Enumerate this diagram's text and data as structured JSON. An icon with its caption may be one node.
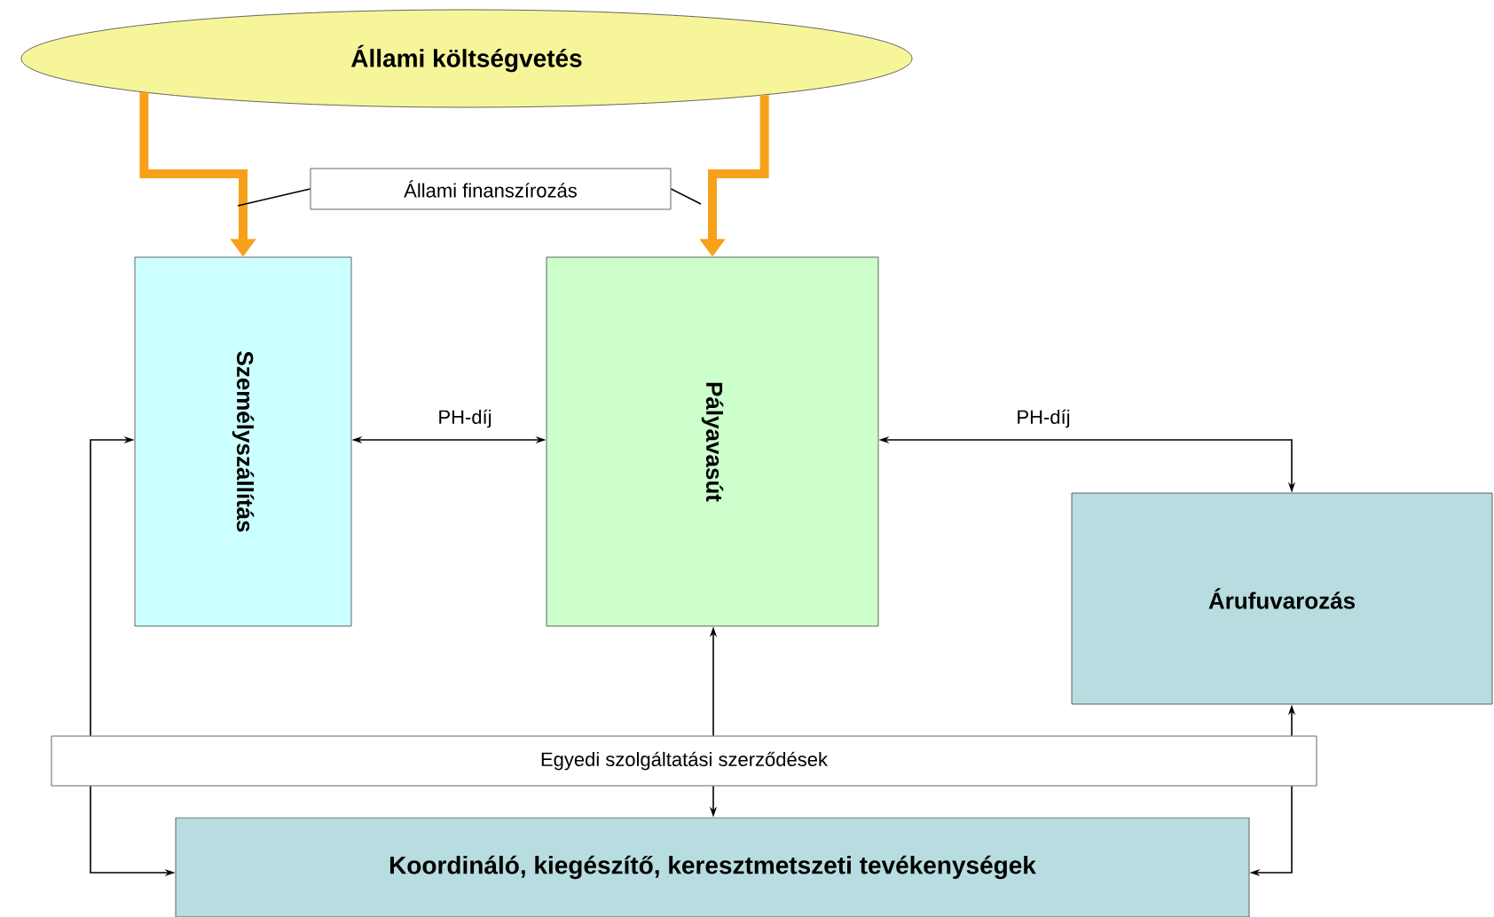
{
  "diagram": {
    "nodes": [
      {
        "text": [
          "Állami költségvetés"
        ]
      },
      {
        "text": [
          "Állami finanszírozás"
        ]
      },
      {
        "text": [
          "Személyszállítás"
        ]
      },
      {
        "text": [
          "Pályavasút"
        ]
      },
      {
        "text": [
          "Árufuvarozás"
        ]
      },
      {
        "text": [
          "Egyedi szolgáltatási szerződések"
        ]
      },
      {
        "text": [
          "Koordináló, kiegészítő, keresztmetszeti tevékenységek"
        ]
      }
    ],
    "edges": [
      {
        "from": 0,
        "to": 2,
        "arrow": "to",
        "style": "thick",
        "color": "#f7a11a"
      },
      {
        "from": 0,
        "to": 3,
        "arrow": "to",
        "style": "thick",
        "color": "#f7a11a"
      },
      {
        "from": 2,
        "to": 3,
        "arrow": "both",
        "label": "PH-díj"
      },
      {
        "from": 3,
        "to": 4,
        "arrow": "both",
        "label": "PH-díj"
      },
      {
        "from": 5,
        "to": 2,
        "arrow": "to"
      },
      {
        "from": 5,
        "to": 6,
        "arrow": "to"
      },
      {
        "from": 5,
        "to": 3,
        "arrow": "to"
      },
      {
        "from": 5,
        "to": 6,
        "arrow": "to"
      },
      {
        "from": 5,
        "to": 4,
        "arrow": "to"
      },
      {
        "from": 5,
        "to": 6,
        "arrow": "to"
      },
      {
        "from": 1,
        "to": null,
        "arrow": "none"
      },
      {
        "from": 1,
        "to": null,
        "arrow": "none"
      }
    ]
  }
}
